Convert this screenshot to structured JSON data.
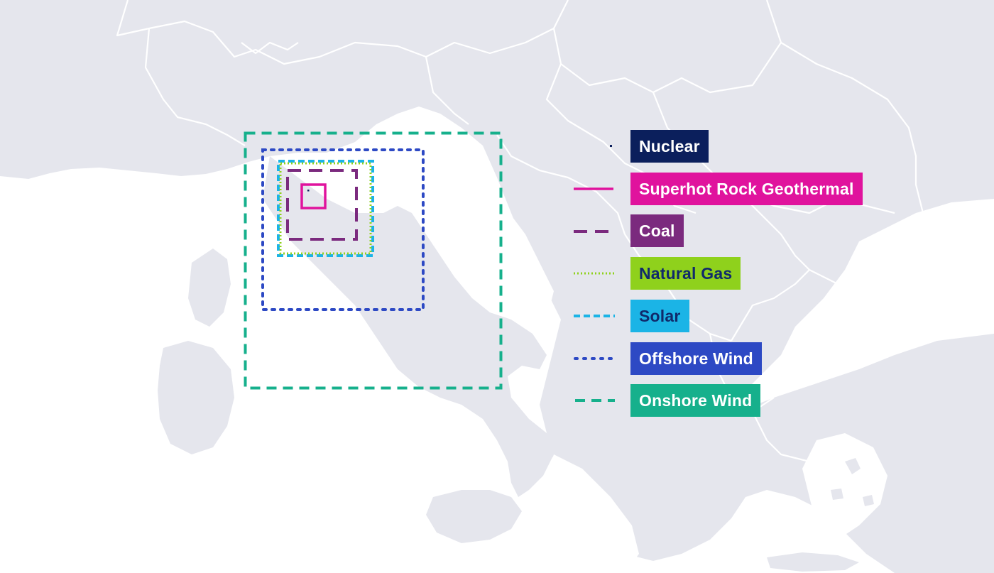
{
  "map": {
    "colors": {
      "land": "#e5e6ed",
      "sea": "#ffffff",
      "borders": "#ffffff"
    }
  },
  "legend": [
    {
      "key": "nuclear",
      "label": "Nuclear",
      "line_style": "dot",
      "line_color": "#0b1f5c",
      "bg": "#0b1f5c",
      "text_color": "#ffffff"
    },
    {
      "key": "geothermal",
      "label": "Superhot Rock Geothermal",
      "line_style": "solid",
      "line_color": "#e0139d",
      "bg": "#e0139d",
      "text_color": "#ffffff"
    },
    {
      "key": "coal",
      "label": "Coal",
      "line_style": "long-dash",
      "line_color": "#7b2a7e",
      "bg": "#7b2a7e",
      "text_color": "#ffffff"
    },
    {
      "key": "natural-gas",
      "label": "Natural Gas",
      "line_style": "fine-dot",
      "line_color": "#8fd11c",
      "bg": "#8fd11c",
      "text_color": "#102a6b"
    },
    {
      "key": "solar",
      "label": "Solar",
      "line_style": "short-dash",
      "line_color": "#1bb4e6",
      "bg": "#1bb4e6",
      "text_color": "#102a6b"
    },
    {
      "key": "offshore-wind",
      "label": "Offshore Wind",
      "line_style": "dot",
      "line_color": "#2d49c4",
      "bg": "#2d49c4",
      "text_color": "#ffffff"
    },
    {
      "key": "onshore-wind",
      "label": "Onshore Wind",
      "line_style": "dash",
      "line_color": "#16b08c",
      "bg": "#16b08c",
      "text_color": "#ffffff"
    }
  ]
}
